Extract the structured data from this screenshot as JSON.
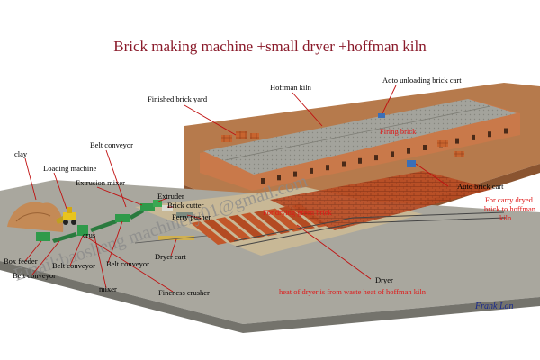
{
  "title": "Brick making machine +small dryer +hoffman kiln",
  "colors": {
    "title": "#8a1a2a",
    "leader": "#c01010",
    "label_red": "#e01818",
    "signature": "#1a2a8c",
    "floor": "#b67a4c",
    "kiln_roof": "#9a9a94",
    "watermark": "#8a8a8a"
  },
  "labels": {
    "finished_yard": "Finished brick yard",
    "hoffman_kiln": "Hoffman kiln",
    "auto_unloading": "Aoto unloading brick cart",
    "firing_area": "Firing brick",
    "belt_conveyor_top": "Belt conveyor",
    "clay": "clay",
    "loading_machine": "Loading machine",
    "extrusion_mixer": "Extrusion mixer",
    "extruder": "Extruder",
    "brick_cutter": "Brick cutter",
    "ferry_pusher": "Ferry pusher",
    "drying_green": "For drying green brick",
    "auto_brick_cart": "Auto brick cart",
    "carry_line1": "For carry dryed",
    "carry_line2": "brick to hoffman",
    "carry_line3": "kiln",
    "crusher_small": "crus",
    "belt_conveyor_left": "Belt conveyor",
    "belt_conveyor_mid": "Belt conveyor",
    "dryer_cart": "Dryer cart",
    "box_feeder": "Box feeder",
    "belt_conveyor_bottom": "Belt conveyor",
    "mixer": "mixer",
    "fineness_crusher": "Fineness crusher",
    "dryer": "Dryer",
    "heat_note": "heat of dryer is from waste heat of hoffman kiln"
  },
  "watermark": "Email:baosheng machinery01@gmail.com",
  "signature": "Frank Lan"
}
